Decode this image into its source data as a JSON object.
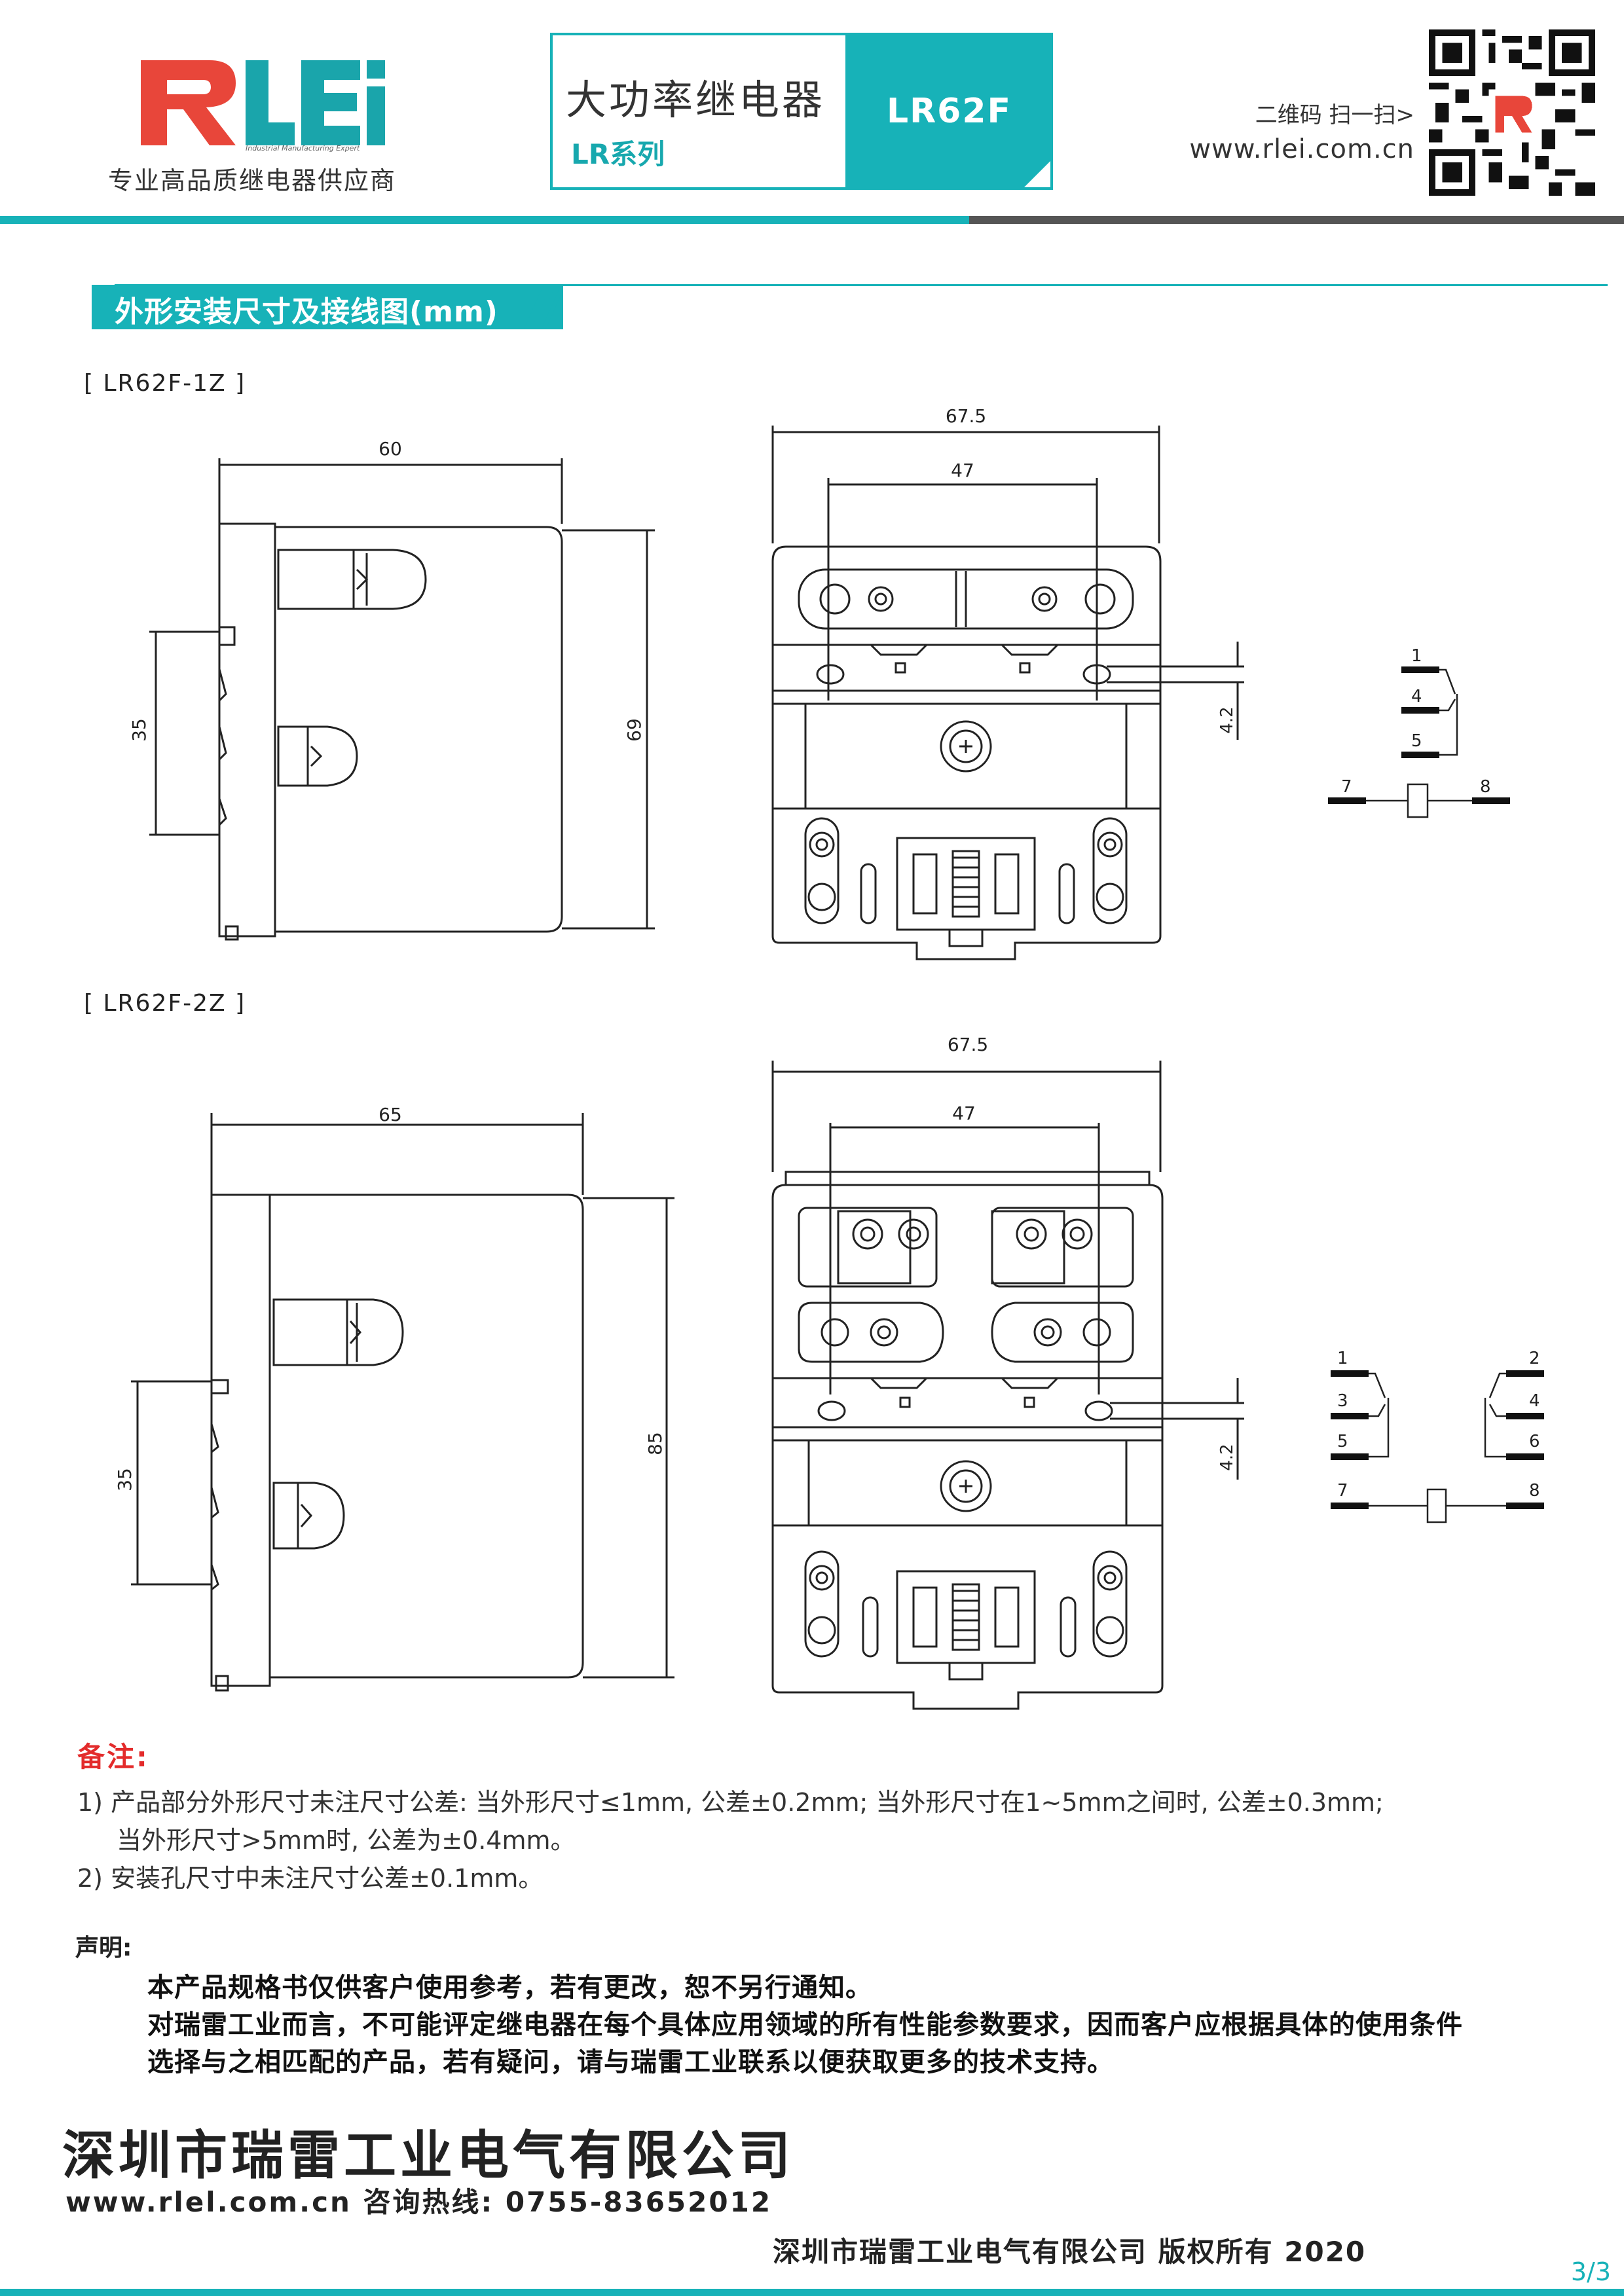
{
  "header": {
    "logo_text": "RLEi",
    "logo_small": "Industrial Manufacturing Expert",
    "tagline": "专业高品质继电器供应商",
    "product_title": "大功率继电器",
    "series": "LR系列",
    "model": "LR62F",
    "qr_hint": "二维码 扫一扫>",
    "website": "www.rlei.com.cn"
  },
  "section": {
    "title": "外形安装尺寸及接线图(mm)"
  },
  "drawings": [
    {
      "label": "[ LR62F-1Z ]",
      "side": {
        "width": "60",
        "din": "35",
        "height": "69"
      },
      "front": {
        "overall": "67.5",
        "hole": "47",
        "offset": "4.2"
      },
      "pins": [
        "1",
        "4",
        "5",
        "7",
        "8"
      ]
    },
    {
      "label": "[ LR62F-2Z ]",
      "side": {
        "width": "65",
        "din": "35",
        "height": "85"
      },
      "front": {
        "overall": "67.5",
        "hole": "47",
        "offset": "4.2"
      },
      "pins": [
        "1",
        "3",
        "5",
        "2",
        "4",
        "6",
        "7",
        "8"
      ]
    }
  ],
  "notes": {
    "heading": "备注:",
    "items": [
      "1) 产品部分外形尺寸未注尺寸公差: 当外形尺寸≤1mm, 公差±0.2mm; 当外形尺寸在1~5mm之间时, 公差±0.3mm;",
      "当外形尺寸>5mm时, 公差为±0.4mm。",
      "2) 安装孔尺寸中未注尺寸公差±0.1mm。"
    ]
  },
  "declaration": {
    "heading": "声明:",
    "lines": [
      "本产品规格书仅供客户使用参考，若有更改，恕不另行通知。",
      "对瑞雷工业而言，不可能评定继电器在每个具体应用领域的所有性能参数要求，因而客户应根据具体的使用条件",
      "选择与之相匹配的产品，若有疑问，请与瑞雷工业联系以便获取更多的技术支持。"
    ]
  },
  "footer": {
    "company": "深圳市瑞雷工业电气有限公司",
    "contact": "www.rlel.com.cn   咨询热线: 0755-83652012",
    "copyright": "深圳市瑞雷工业电气有限公司   版权所有   2020",
    "page": "3/3"
  },
  "colors": {
    "accent": "#17b2b8",
    "logo_red": "#e8463a",
    "note_red": "#e32b2b"
  }
}
